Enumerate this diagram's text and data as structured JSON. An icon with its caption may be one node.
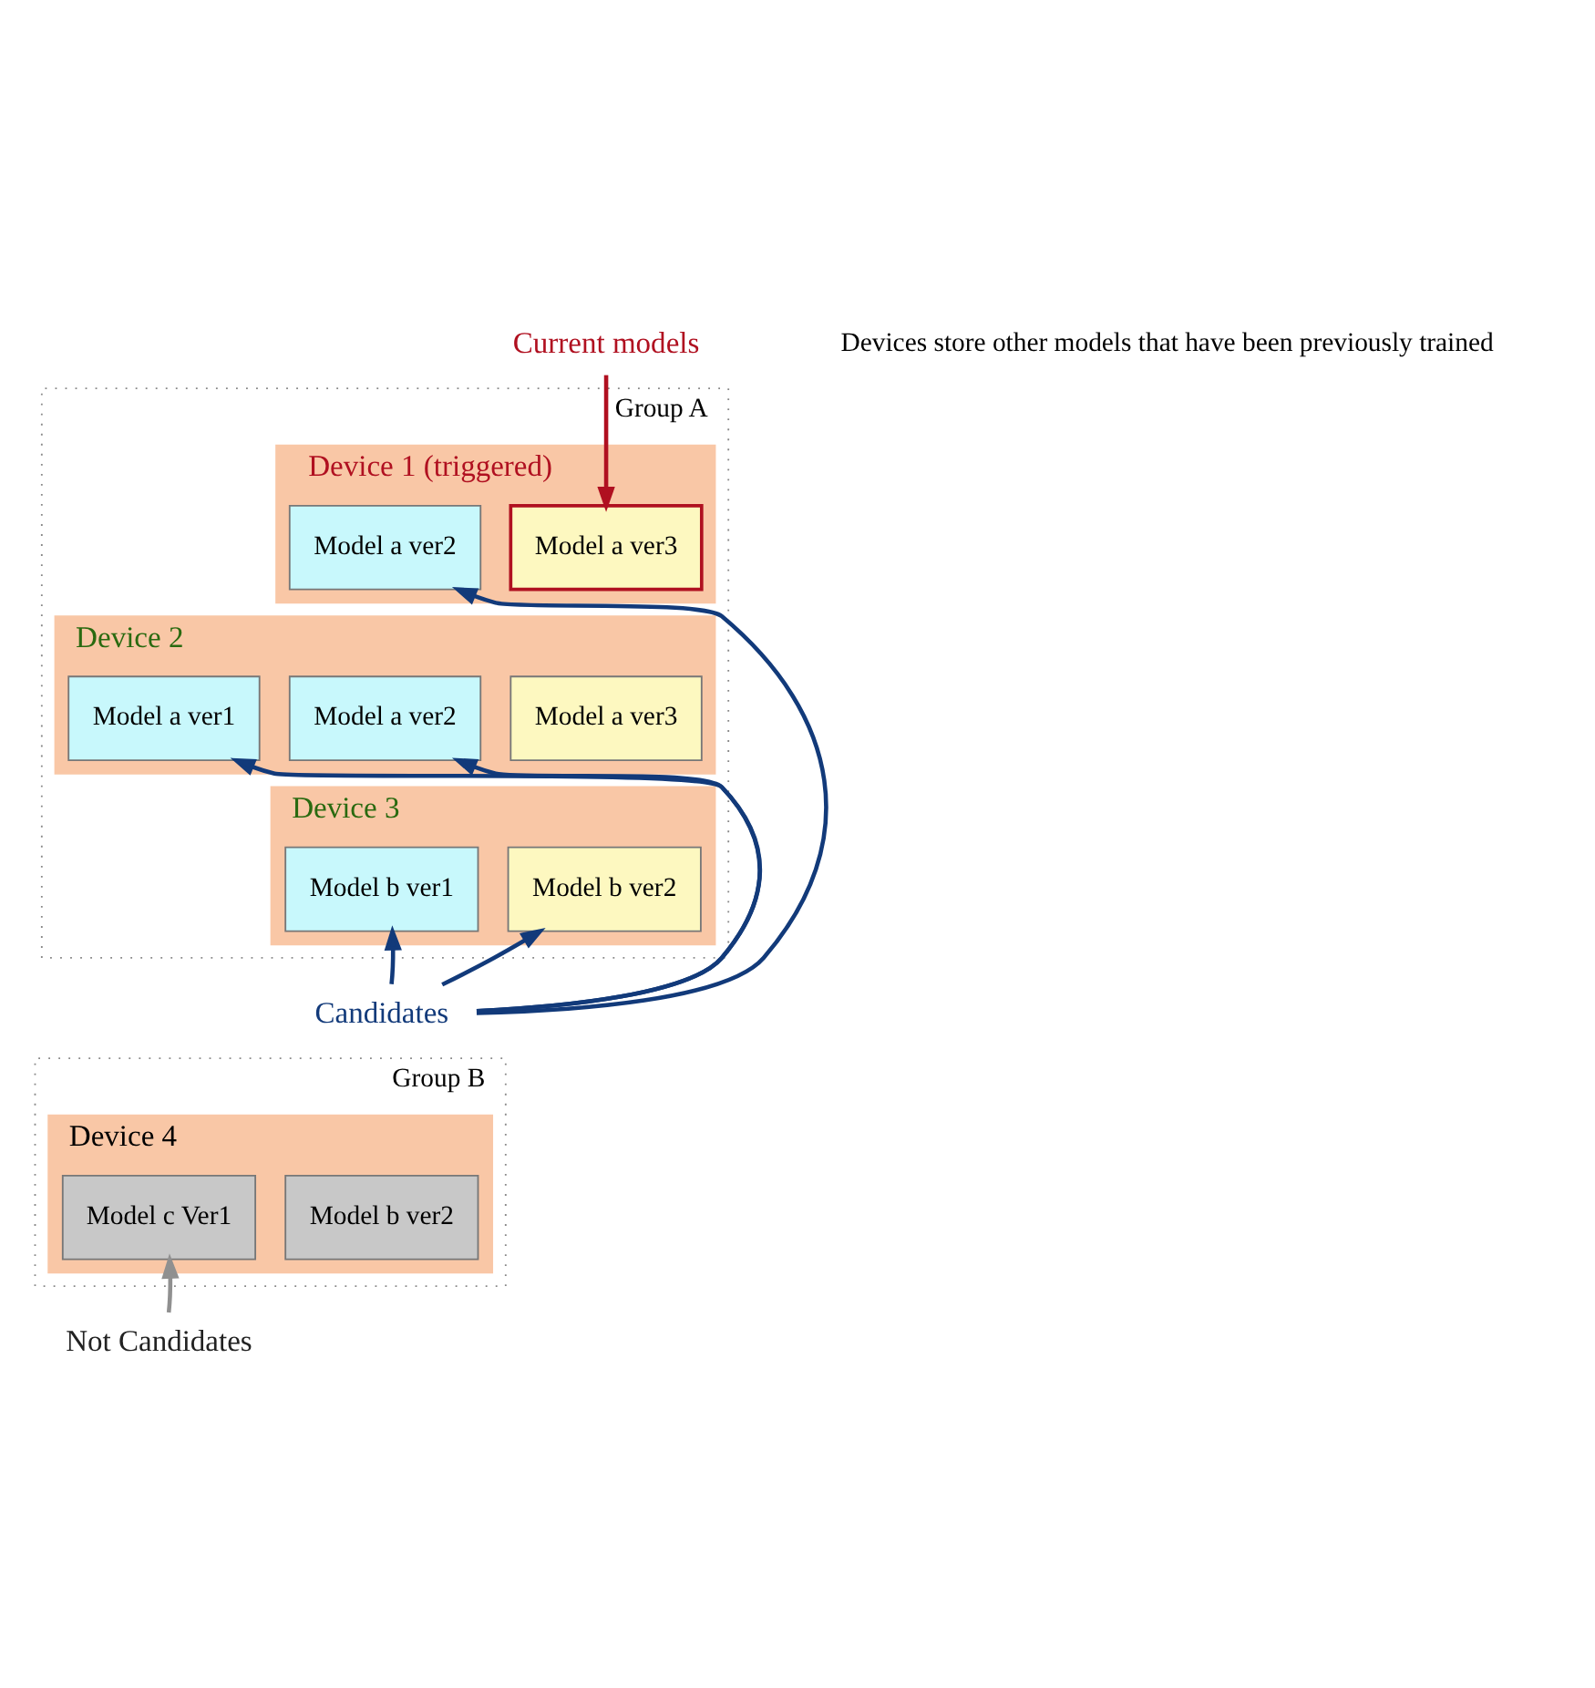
{
  "diagram": {
    "nodes": [
      {
        "text": [
          "Current models"
        ]
      },
      {
        "text": [
          "Group A"
        ]
      },
      {
        "text": [
          "Device 1 (triggered)"
        ],
        "in": 1
      },
      {
        "text": [
          "Model a ver3"
        ],
        "in": 2
      },
      {
        "text": [
          "Model a ver2"
        ],
        "in": 2
      },
      {
        "text": [
          "Device 2"
        ],
        "in": 1
      },
      {
        "text": [
          "Model a ver3"
        ],
        "in": 5
      },
      {
        "text": [
          "Model a ver2"
        ],
        "in": 5
      },
      {
        "text": [
          "Model a ver1"
        ],
        "in": 5
      },
      {
        "text": [
          "Device 3"
        ],
        "in": 1
      },
      {
        "text": [
          "Model b ver2"
        ],
        "in": 9
      },
      {
        "text": [
          "Model b ver1"
        ],
        "in": 9
      },
      {
        "text": [
          "Candidates"
        ]
      },
      {
        "text": [
          "Group B"
        ]
      },
      {
        "text": [
          "Device 4"
        ],
        "in": 13
      },
      {
        "text": [
          "Model b ver2"
        ],
        "in": 14
      },
      {
        "text": [
          "Model c Ver1"
        ],
        "in": 14
      },
      {
        "text": [
          "Not Candidates"
        ]
      }
    ],
    "edges": [
      {
        "from": 0,
        "to": 3,
        "arrow": "to",
        "color": "#b01020"
      },
      {
        "from": 12,
        "to": 4,
        "arrow": "to"
      },
      {
        "from": 12,
        "to": 7,
        "arrow": "to"
      },
      {
        "from": 12,
        "to": 8,
        "arrow": "to"
      },
      {
        "from": 12,
        "to": 10,
        "arrow": "to"
      },
      {
        "from": 12,
        "to": 11,
        "arrow": "to"
      },
      {
        "from": 17,
        "to": 16,
        "arrow": "to",
        "color": "#909090"
      }
    ],
    "labels": [
      "Devices store other models that have been previously trained"
    ]
  }
}
